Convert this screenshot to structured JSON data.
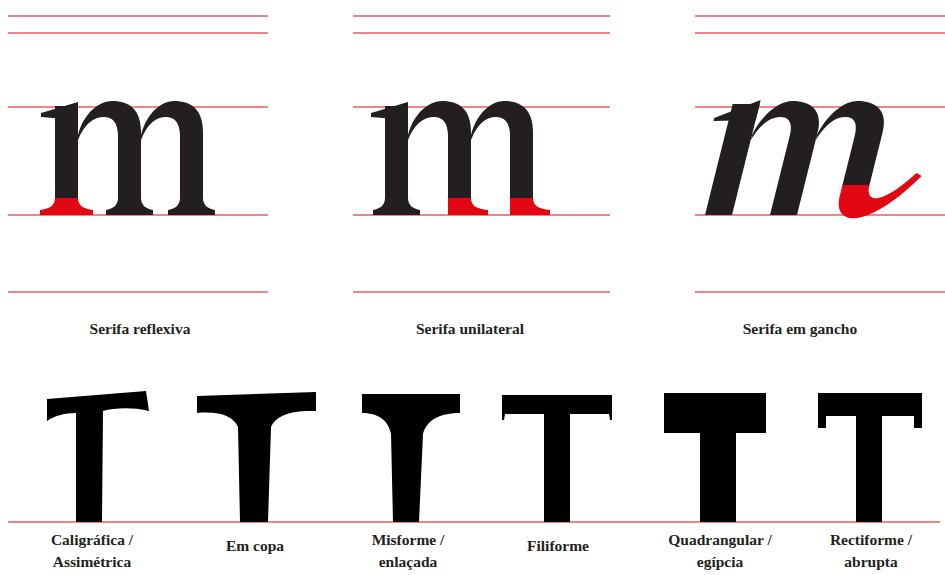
{
  "diagram": {
    "labels": [
      "Serifa reflexiva",
      "Serifa unilateral",
      "Serifa em gancho",
      "Caligráfica / Assimétrica",
      "Em copa",
      "Misforme / enlaçada",
      "Filiforme",
      "Quadrangular / egípcia",
      "Rectiforme / abrupta"
    ]
  }
}
